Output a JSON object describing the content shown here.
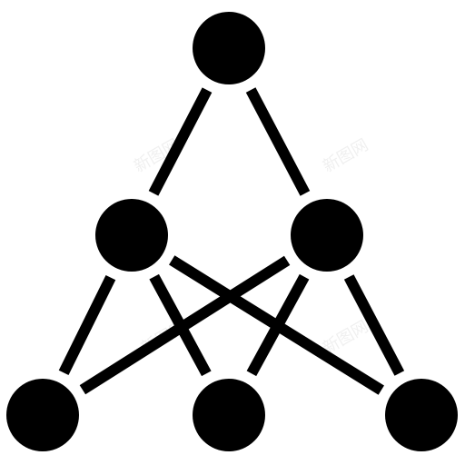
{
  "icon": {
    "name": "network-hierarchy-icon",
    "color": "#000000",
    "background": "#ffffff"
  },
  "nodes": [
    {
      "id": "top",
      "name": "node-top"
    },
    {
      "id": "mid-left",
      "name": "node-middle-left"
    },
    {
      "id": "mid-right",
      "name": "node-middle-right"
    },
    {
      "id": "bottom-left",
      "name": "node-bottom-left"
    },
    {
      "id": "bottom-center",
      "name": "node-bottom-center"
    },
    {
      "id": "bottom-right",
      "name": "node-bottom-right"
    }
  ],
  "edges": [
    {
      "from": "top",
      "to": "mid-left"
    },
    {
      "from": "top",
      "to": "mid-right"
    },
    {
      "from": "mid-left",
      "to": "bottom-left"
    },
    {
      "from": "mid-left",
      "to": "bottom-center"
    },
    {
      "from": "mid-left",
      "to": "bottom-right"
    },
    {
      "from": "mid-right",
      "to": "bottom-left"
    },
    {
      "from": "mid-right",
      "to": "bottom-center"
    },
    {
      "from": "mid-right",
      "to": "bottom-right"
    }
  ],
  "watermarks": [
    "新图网",
    "新图网",
    "新图网",
    "新图网"
  ]
}
